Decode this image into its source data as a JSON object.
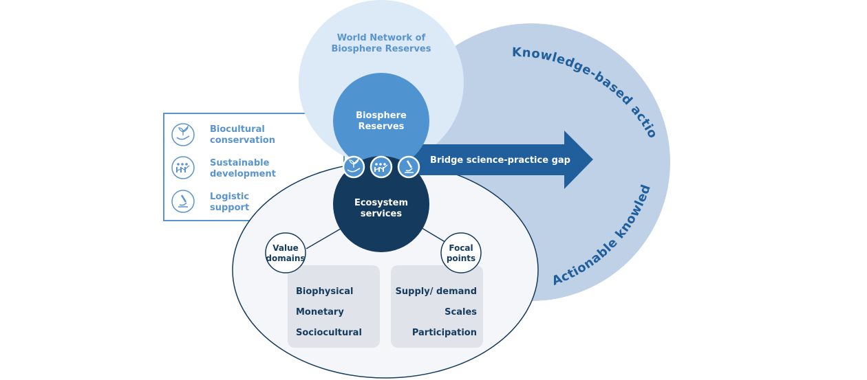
{
  "world_network": {
    "line1": "World Network of",
    "line2": "Biosphere Reserves"
  },
  "biosphere_reserves": {
    "line1": "Biosphere",
    "line2": "Reserves"
  },
  "ecosystem_services": {
    "line1": "Ecosystem",
    "line2": "services"
  },
  "bridge_label": "Bridge science-practice gap",
  "arc_labels": {
    "top": "Knowledge-based action",
    "bottom": "Actionable knowledge"
  },
  "functions": [
    {
      "icon": "plant-in-hand-icon",
      "line1": "Biocultural",
      "line2": "conservation"
    },
    {
      "icon": "people-growth-icon",
      "line1": "Sustainable",
      "line2": "development"
    },
    {
      "icon": "microscope-icon",
      "line1": "Logistic",
      "line2": "support"
    }
  ],
  "value_domains": {
    "line1": "Value",
    "line2": "domains",
    "items": [
      "Biophysical",
      "Monetary",
      "Sociocultural"
    ]
  },
  "focal_points": {
    "line1": "Focal",
    "line2": "points",
    "items": [
      "Supply/ demand",
      "Scales",
      "Participation"
    ]
  },
  "colors": {
    "navy": "#143a5e",
    "mid_blue": "#4f93d0",
    "light_blue": "#dceaf8",
    "pale_circle": "#bfd1e6",
    "arrow": "#205f9c",
    "text_light_blue": "#5a94cf",
    "grey_box": "#e0e4ea",
    "ellipse_fill": "#f4f6f9"
  }
}
